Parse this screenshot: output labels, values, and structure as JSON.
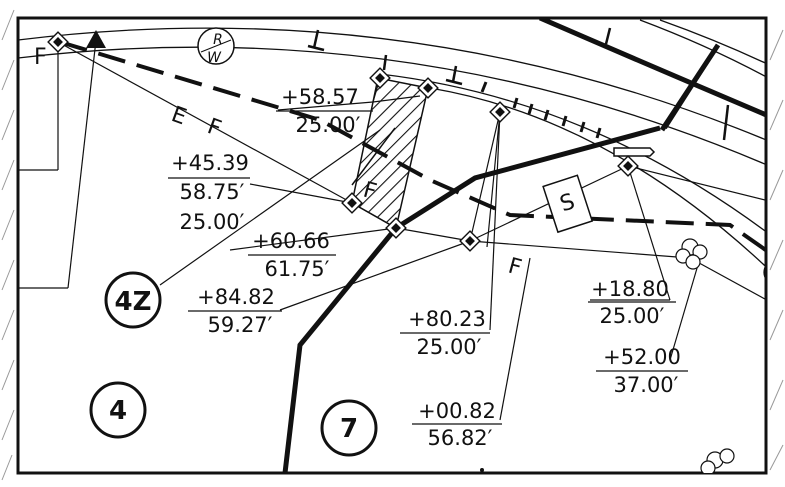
{
  "symbols": {
    "rw_top": "R",
    "rw_bottom": "W",
    "fence_marker": "F",
    "easement_marker": "E",
    "sewer_box": "S"
  },
  "circle_labels": {
    "lot_4z": "4Z",
    "lot_4": "4",
    "lot_7": "7"
  },
  "stations": [
    {
      "id": "s1",
      "station": "+58.57",
      "offset": "25.00′"
    },
    {
      "id": "s2",
      "station": "+45.39",
      "offset": "58.75′",
      "offset2": "25.00′"
    },
    {
      "id": "s3",
      "station": "+60.66",
      "offset": "61.75′"
    },
    {
      "id": "s4",
      "station": "+84.82",
      "offset": "59.27′"
    },
    {
      "id": "s5",
      "station": "+80.23",
      "offset": "25.00′"
    },
    {
      "id": "s6",
      "station": "+00.82",
      "offset": "56.82′"
    },
    {
      "id": "s7",
      "station": "+18.80",
      "offset": "25.00′"
    },
    {
      "id": "s8",
      "station": "+52.00",
      "offset": "37.00′"
    }
  ]
}
